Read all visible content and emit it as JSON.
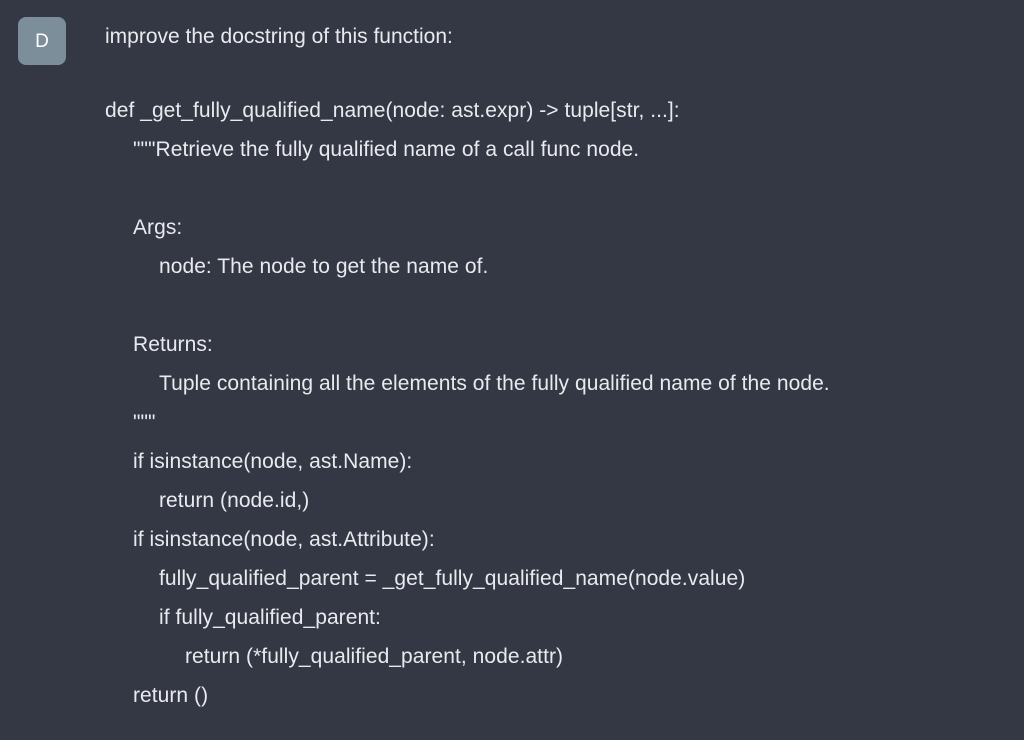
{
  "message": {
    "avatar": {
      "letter": "D",
      "background_color": "#7c8e9a",
      "text_color": "#ffffff",
      "name": "user-avatar"
    },
    "prompt": "improve the docstring of this function:",
    "code_lines": [
      {
        "indent": 0,
        "text": "def _get_fully_qualified_name(node: ast.expr) -> tuple[str, ...]:"
      },
      {
        "indent": 1,
        "text": "\"\"\"Retrieve the fully qualified name of a call func node."
      },
      {
        "indent": 0,
        "text": ""
      },
      {
        "indent": 1,
        "text": "Args:"
      },
      {
        "indent": 2,
        "text": "node: The node to get the name of."
      },
      {
        "indent": 0,
        "text": ""
      },
      {
        "indent": 1,
        "text": "Returns:"
      },
      {
        "indent": 2,
        "text": "Tuple containing all the elements of the fully qualified name of the node."
      },
      {
        "indent": 1,
        "text": "\"\"\""
      },
      {
        "indent": 1,
        "text": "if isinstance(node, ast.Name):"
      },
      {
        "indent": 2,
        "text": "return (node.id,)"
      },
      {
        "indent": 1,
        "text": "if isinstance(node, ast.Attribute):"
      },
      {
        "indent": 2,
        "text": "fully_qualified_parent = _get_fully_qualified_name(node.value)"
      },
      {
        "indent": 2,
        "text": "if fully_qualified_parent:"
      },
      {
        "indent": 3,
        "text": "return (*fully_qualified_parent, node.attr)"
      },
      {
        "indent": 1,
        "text": "return ()"
      }
    ]
  },
  "theme": {
    "background_color": "#343845",
    "text_color": "#e9eaee"
  }
}
